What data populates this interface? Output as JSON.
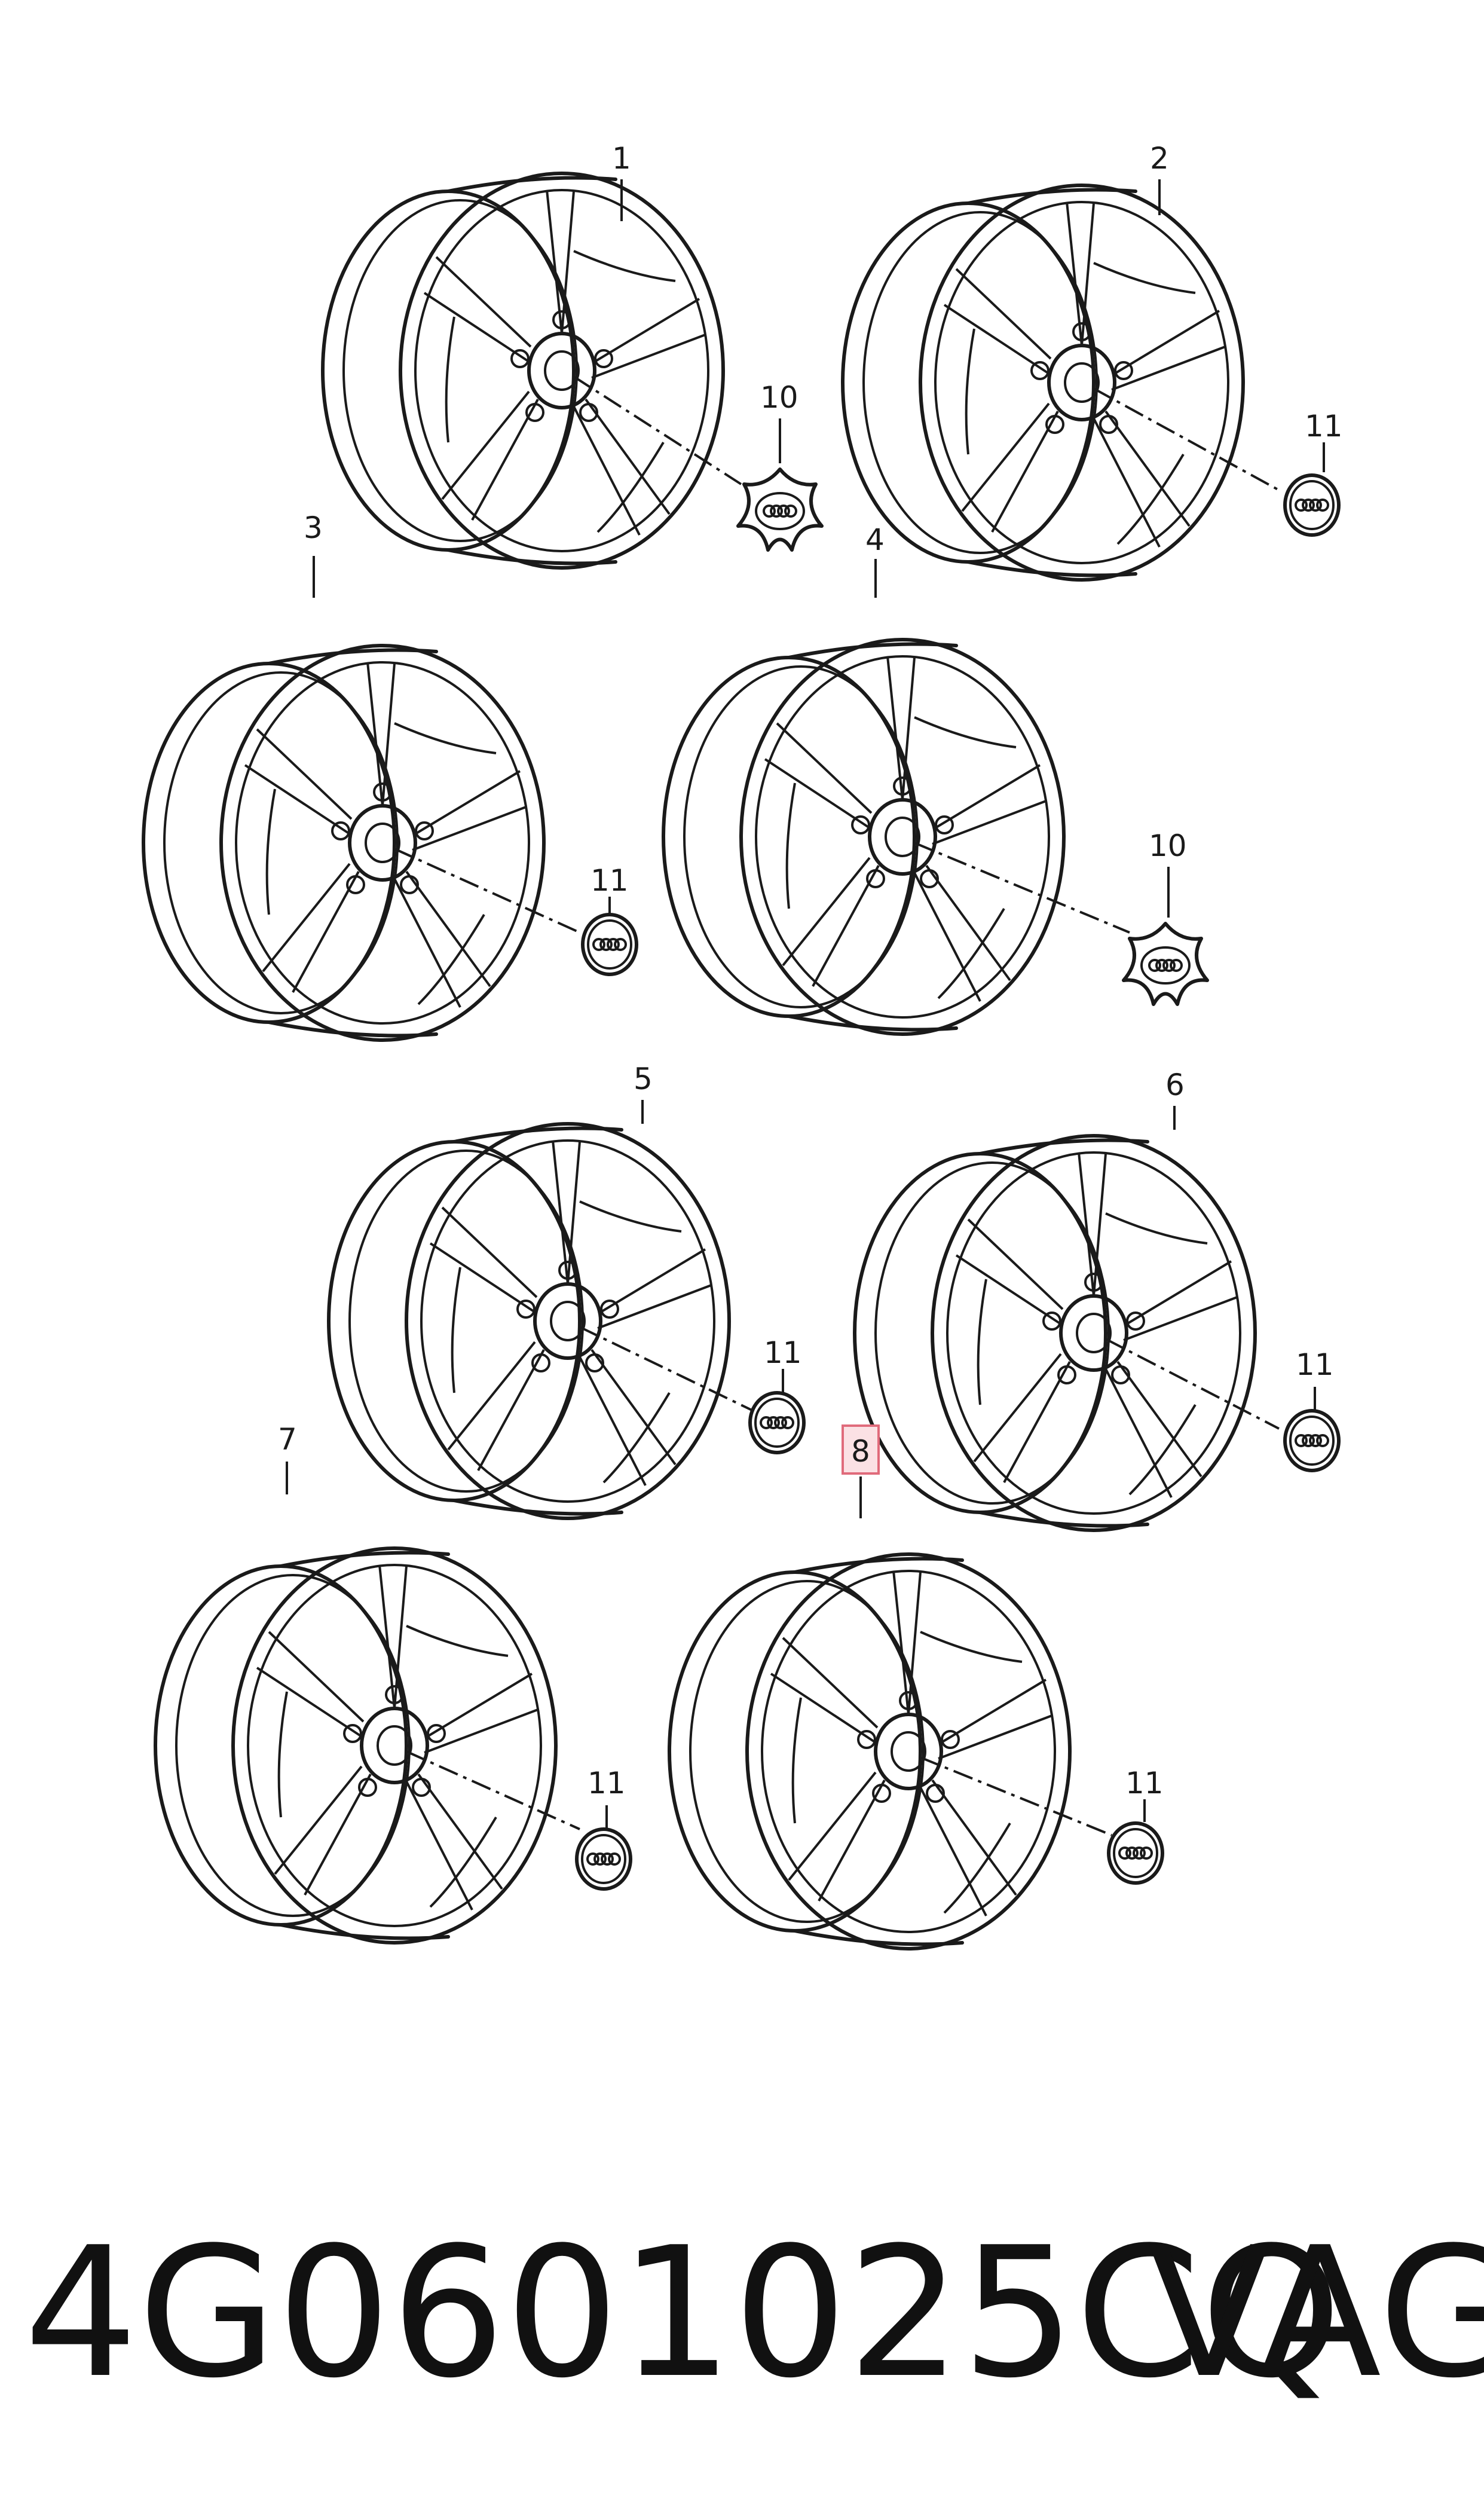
{
  "diagram": {
    "callouts": {
      "c1": "1",
      "c2": "2",
      "c3": "3",
      "c4": "4",
      "c5": "5",
      "c6": "6",
      "c7": "7",
      "c8": "8",
      "c10a": "10",
      "c10b": "10",
      "c11a": "11",
      "c11b": "11",
      "c11c": "11",
      "c11d": "11",
      "c11e": "11",
      "c11f": "11"
    },
    "highlight_color": "#e06b7b",
    "highlighted_callout": "8"
  },
  "footer": {
    "part_number": "4G0601025CQ",
    "brand": "VAG"
  }
}
